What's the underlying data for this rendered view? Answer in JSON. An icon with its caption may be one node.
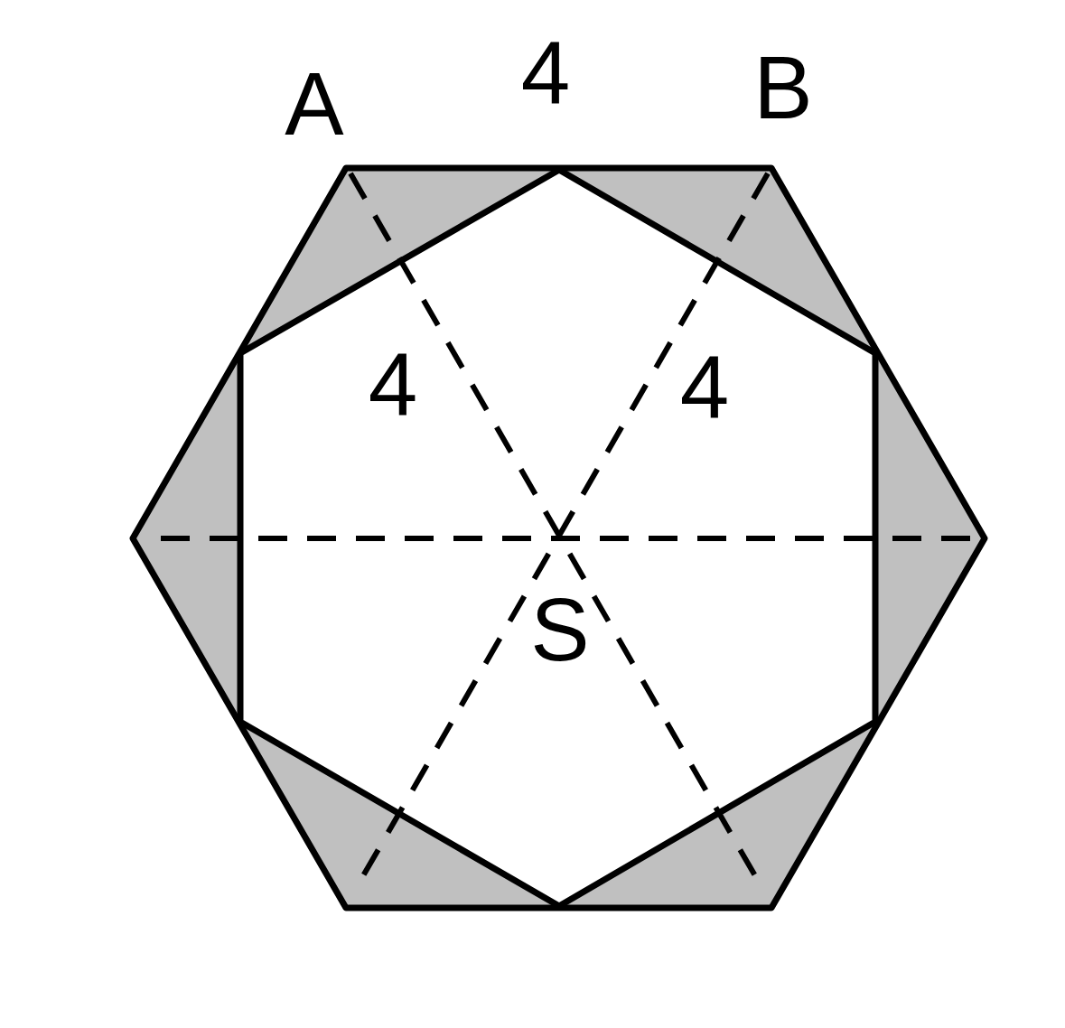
{
  "diagram": {
    "labels": [
      "A",
      "4",
      "B",
      "4",
      "4",
      "S"
    ]
  }
}
